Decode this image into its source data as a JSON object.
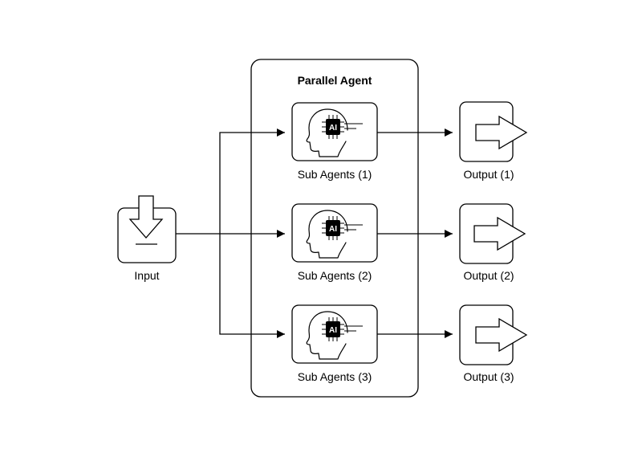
{
  "container": {
    "title": "Parallel Agent"
  },
  "input": {
    "label": "Input",
    "icon": "download-icon"
  },
  "sub_agents": [
    {
      "label": "Sub Agents (1)",
      "chip_text": "AI",
      "icon": "ai-head-icon"
    },
    {
      "label": "Sub Agents (2)",
      "chip_text": "AI",
      "icon": "ai-head-icon"
    },
    {
      "label": "Sub Agents (3)",
      "chip_text": "AI",
      "icon": "ai-head-icon"
    }
  ],
  "outputs": [
    {
      "label": "Output (1)",
      "icon": "right-arrow-icon"
    },
    {
      "label": "Output (2)",
      "icon": "right-arrow-icon"
    },
    {
      "label": "Output (3)",
      "icon": "right-arrow-icon"
    }
  ],
  "colors": {
    "stroke": "#000000",
    "background": "#ffffff"
  }
}
